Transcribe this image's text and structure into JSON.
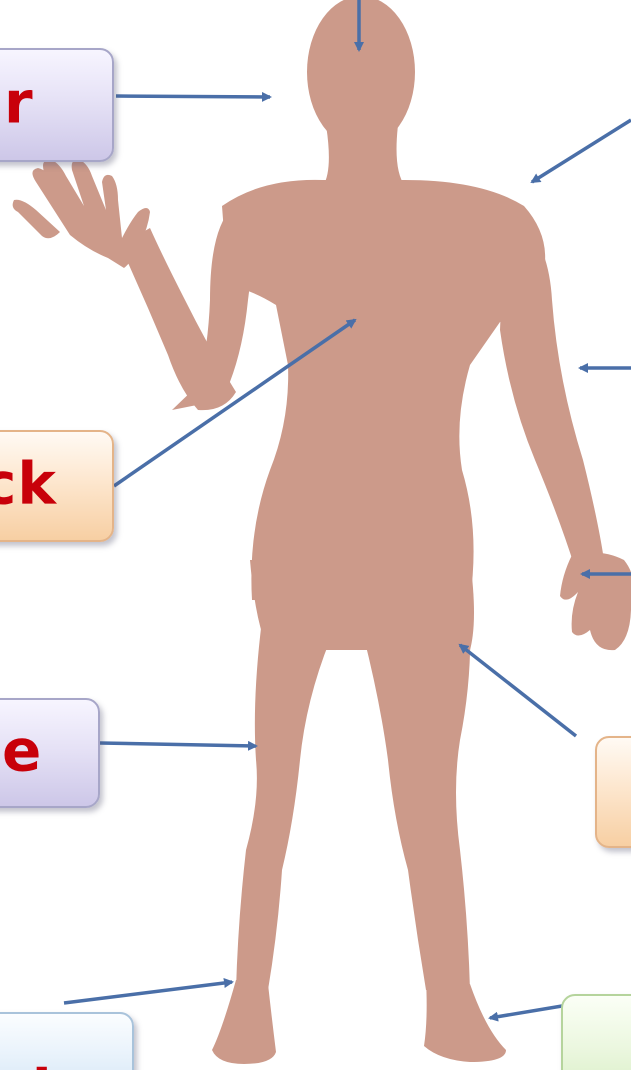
{
  "labels": {
    "top_left": "r",
    "middle_left": "ck",
    "lower_left": "e",
    "bottom_left": "ot",
    "lower_right": "",
    "bottom_right": ""
  },
  "colors": {
    "body": "#cc9a8a",
    "arrow": "#4a6fa8",
    "label_text": "#c8000a"
  }
}
